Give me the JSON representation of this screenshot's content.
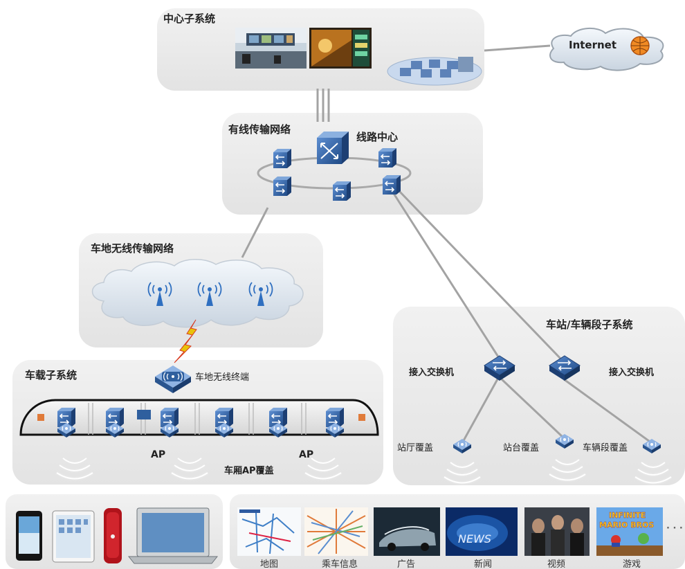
{
  "labels": {
    "center_subsystem": "中心子系统",
    "internet": "Internet",
    "wired_network": "有线传输网络",
    "line_center": "线路中心",
    "wireless_network": "车地无线传输网络",
    "station_subsystem": "车站/车辆段子系统",
    "onboard_subsystem": "车载子系统",
    "onboard_terminal": "车地无线终端",
    "ap_left": "AP",
    "ap_right": "AP",
    "carriage_ap": "车厢AP覆盖",
    "access_switch_left": "接入交换机",
    "access_switch_right": "接入交换机",
    "hall_coverage": "站厅覆盖",
    "platform_coverage": "站台覆盖",
    "depot_coverage": "车辆段覆盖"
  },
  "services": [
    "地图",
    "乘车信息",
    "广告",
    "新闻",
    "视频",
    "游戏"
  ],
  "more": "· · ·",
  "thumb_text": {
    "news": "NEWS",
    "game_line1": "INFINITE",
    "game_line2": "MARIO BROS"
  },
  "colors": {
    "panel": "#e8e8e8",
    "device_blue": "#2f5f9e",
    "device_light": "#6f9bd3",
    "ring": "#a9a9a9",
    "link": "#9c9c9c",
    "bolt": "#e8c20a"
  }
}
